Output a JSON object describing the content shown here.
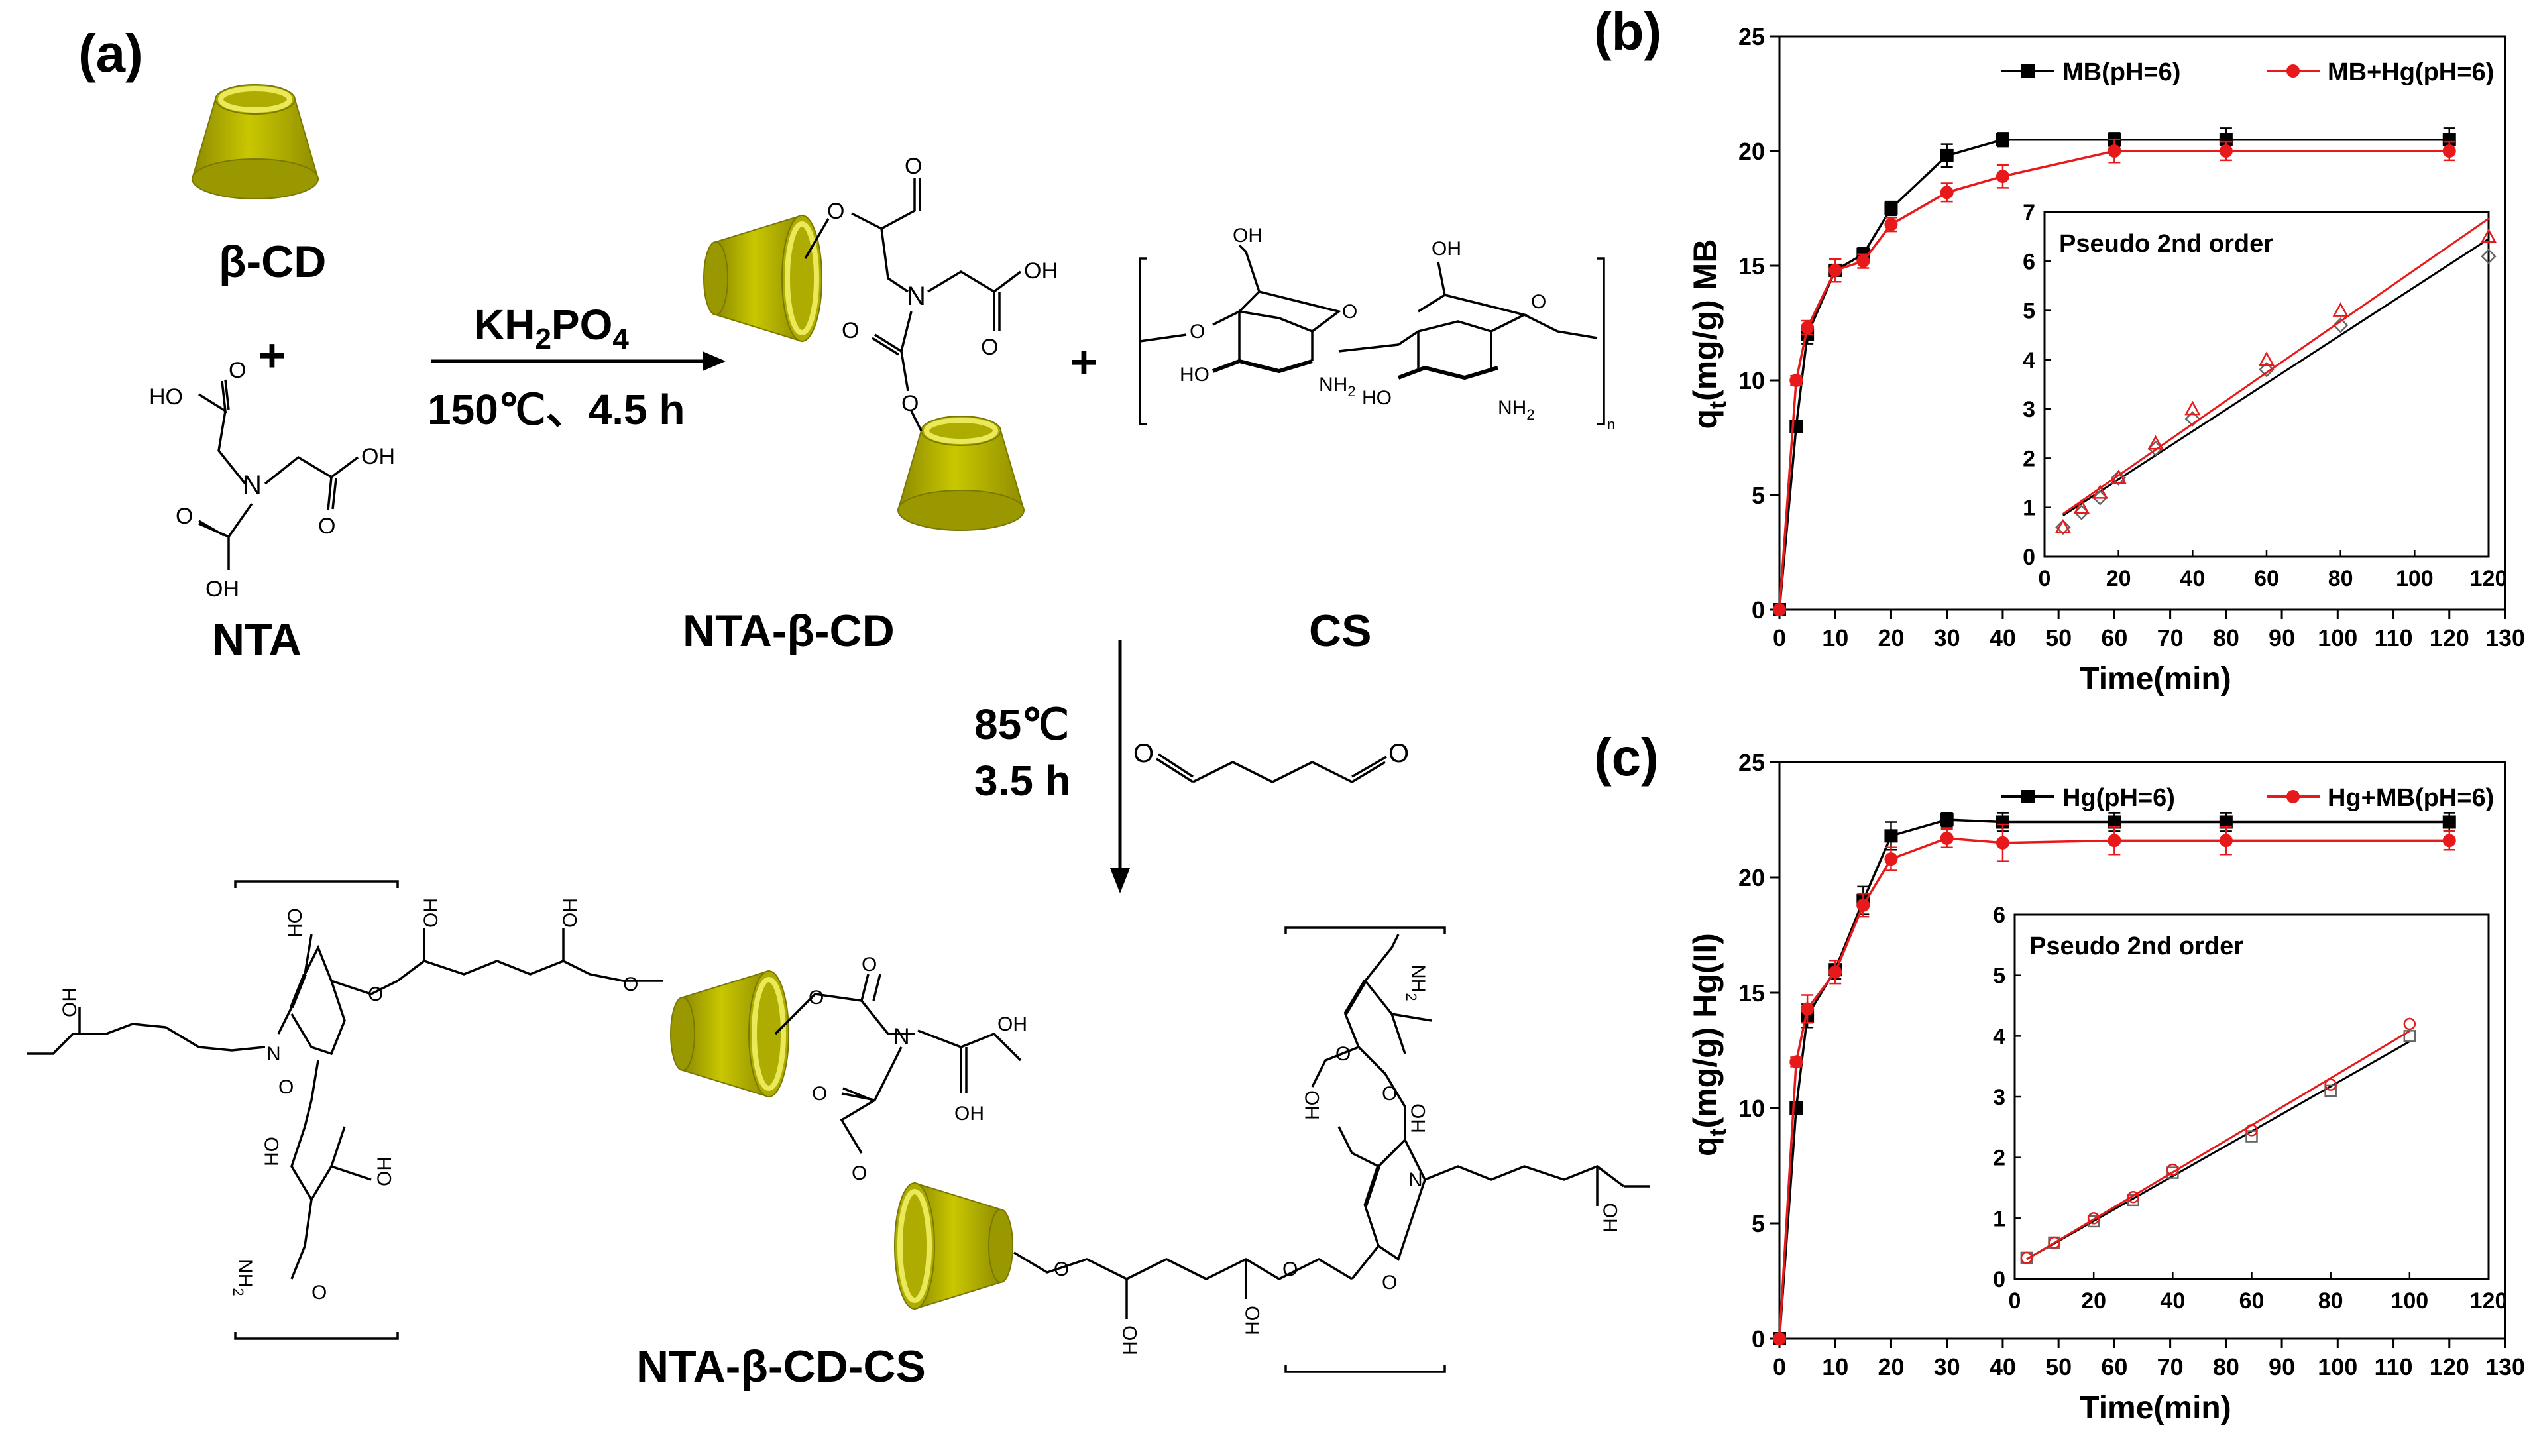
{
  "scheme": {
    "panel_label": "(a)",
    "reactants": {
      "cd_label": "β-CD",
      "plus": "+",
      "nta_label": "NTA"
    },
    "conditions1": {
      "reagent": "KH",
      "reagent_sub": "2",
      "reagent_tail": "PO",
      "reagent_sub2": "4",
      "temp_time": "150℃、4.5 h"
    },
    "intermediate_label": "NTA-β-CD",
    "plus2": "+",
    "cs_label": "CS",
    "conditions2": {
      "temp": "85℃",
      "time": "3.5 h"
    },
    "product_label": "NTA-β-CD-CS",
    "atoms": {
      "O": "O",
      "OH": "OH",
      "HO": "HO",
      "N": "N",
      "NH2": "NH",
      "sub2": "2",
      "n": "n"
    },
    "colors": {
      "cyclodextrin": "#b7b500",
      "cyclodextrin_rim": "#e9e95a"
    }
  },
  "chart_data": [
    {
      "panel_label": "(b)",
      "type": "line",
      "xlabel": "Time(min)",
      "ylabel_main": "q",
      "ylabel_sub": "t",
      "ylabel_tail": "(mg/g) MB",
      "xlim": [
        0,
        130
      ],
      "ylim": [
        0,
        25
      ],
      "xticks": [
        0,
        10,
        20,
        30,
        40,
        50,
        60,
        70,
        80,
        90,
        100,
        110,
        120,
        130
      ],
      "yticks": [
        0,
        5,
        10,
        15,
        20,
        25
      ],
      "legend_position": "top-right",
      "series": [
        {
          "name": "MB(pH=6)",
          "color": "#000000",
          "marker": "square",
          "x": [
            0,
            3,
            5,
            10,
            15,
            20,
            30,
            40,
            60,
            80,
            120
          ],
          "y": [
            0,
            8,
            12,
            14.8,
            15.5,
            17.5,
            19.8,
            20.5,
            20.5,
            20.5,
            20.5
          ],
          "err": [
            0,
            0.2,
            0.4,
            0.5,
            0.3,
            0.3,
            0.5,
            0.3,
            0.3,
            0.5,
            0.5
          ]
        },
        {
          "name": "MB+Hg(pH=6)",
          "color": "#e8191a",
          "marker": "circle",
          "x": [
            0,
            3,
            5,
            10,
            15,
            20,
            30,
            40,
            60,
            80,
            120
          ],
          "y": [
            0,
            10,
            12.3,
            14.8,
            15.2,
            16.8,
            18.2,
            18.9,
            20,
            20,
            20
          ],
          "err": [
            0,
            0.2,
            0.3,
            0.5,
            0.3,
            0.3,
            0.4,
            0.5,
            0.5,
            0.4,
            0.4
          ]
        }
      ],
      "inset": {
        "title": "Pseudo 2nd order",
        "xlim": [
          0,
          120
        ],
        "ylim": [
          0,
          7
        ],
        "xticks": [
          0,
          20,
          40,
          60,
          80,
          100,
          120
        ],
        "yticks": [
          0,
          1,
          2,
          3,
          4,
          5,
          6,
          7
        ],
        "series": [
          {
            "name": "MB(pH=6)",
            "color": "#000000",
            "marker": "open-diamond",
            "x": [
              5,
              10,
              15,
              20,
              30,
              40,
              60,
              80,
              120
            ],
            "y": [
              0.6,
              0.9,
              1.2,
              1.6,
              2.2,
              2.8,
              3.8,
              4.7,
              6.1
            ]
          },
          {
            "name": "MB+Hg(pH=6)",
            "color": "#e8191a",
            "marker": "open-triangle",
            "x": [
              5,
              10,
              15,
              20,
              30,
              40,
              60,
              80,
              120
            ],
            "y": [
              0.6,
              1.0,
              1.3,
              1.6,
              2.3,
              3.0,
              4.0,
              5.0,
              6.5
            ]
          }
        ]
      }
    },
    {
      "panel_label": "(c)",
      "type": "line",
      "xlabel": "Time(min)",
      "ylabel_main": "q",
      "ylabel_sub": "t",
      "ylabel_tail": "(mg/g) Hg(II)",
      "xlim": [
        0,
        130
      ],
      "ylim": [
        0,
        25
      ],
      "xticks": [
        0,
        10,
        20,
        30,
        40,
        50,
        60,
        70,
        80,
        90,
        100,
        110,
        120,
        130
      ],
      "yticks": [
        0,
        5,
        10,
        15,
        20,
        25
      ],
      "legend_position": "top-right",
      "series": [
        {
          "name": "Hg(pH=6)",
          "color": "#000000",
          "marker": "square",
          "x": [
            0,
            3,
            5,
            10,
            15,
            20,
            30,
            40,
            60,
            80,
            120
          ],
          "y": [
            0,
            10,
            14,
            16,
            19,
            21.8,
            22.5,
            22.4,
            22.4,
            22.4,
            22.4
          ],
          "err": [
            0,
            0.2,
            0.5,
            0.4,
            0.6,
            0.6,
            0.3,
            0.4,
            0.4,
            0.4,
            0.4
          ]
        },
        {
          "name": "Hg+MB(pH=6)",
          "color": "#e8191a",
          "marker": "circle",
          "x": [
            0,
            3,
            5,
            10,
            15,
            20,
            30,
            40,
            60,
            80,
            120
          ],
          "y": [
            0,
            12,
            14.3,
            15.9,
            18.8,
            20.8,
            21.7,
            21.5,
            21.6,
            21.6,
            21.6
          ],
          "err": [
            0,
            0.2,
            0.6,
            0.5,
            0.5,
            0.5,
            0.4,
            0.8,
            0.6,
            0.6,
            0.4
          ]
        }
      ],
      "inset": {
        "title": "Pseudo 2nd order",
        "xlim": [
          0,
          120
        ],
        "ylim": [
          0,
          6
        ],
        "xticks": [
          0,
          20,
          40,
          60,
          80,
          100,
          120
        ],
        "yticks": [
          0,
          1,
          2,
          3,
          4,
          5,
          6
        ],
        "series": [
          {
            "name": "Hg(pH=6)",
            "color": "#000000",
            "marker": "open-square",
            "x": [
              3,
              10,
              20,
              30,
              40,
              60,
              80,
              100
            ],
            "y": [
              0.35,
              0.6,
              0.95,
              1.3,
              1.75,
              2.35,
              3.1,
              4.0
            ]
          },
          {
            "name": "Hg+MB(pH=6)",
            "color": "#e8191a",
            "marker": "open-circle",
            "x": [
              3,
              10,
              20,
              30,
              40,
              60,
              80,
              100
            ],
            "y": [
              0.35,
              0.6,
              1.0,
              1.35,
              1.8,
              2.45,
              3.2,
              4.2
            ]
          }
        ]
      }
    }
  ]
}
